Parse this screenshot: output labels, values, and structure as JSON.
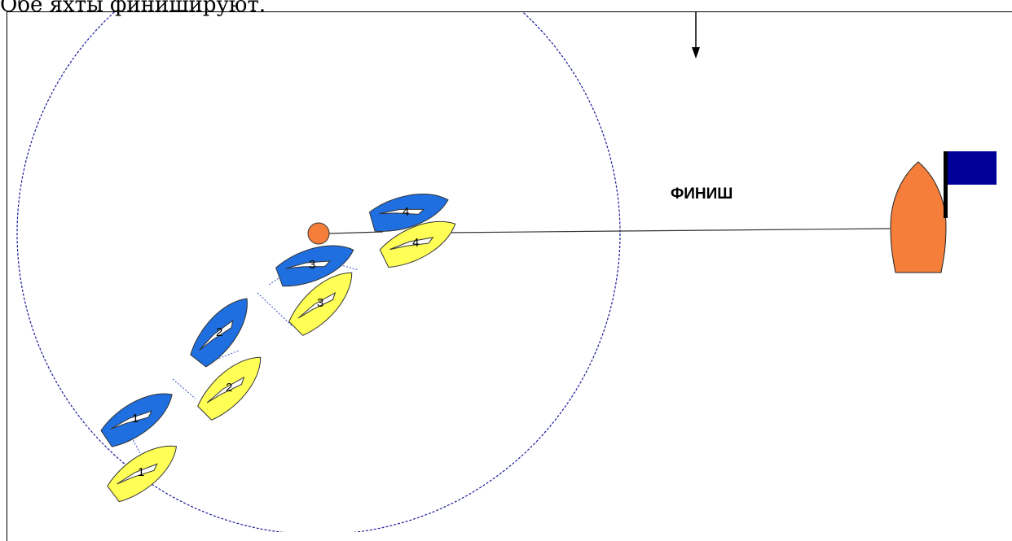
{
  "caption": "Обе яхты финишируют.",
  "finish_label": "ФИНИШ",
  "colors": {
    "blue_boat": "#1f6fe0",
    "yellow_boat": "#ffff55",
    "committee_boat": "#f47e3a",
    "flag": "#000099",
    "mark": "#f47e3a",
    "zone_circle": "#1a1a99"
  },
  "blue_boats": [
    {
      "label": "1"
    },
    {
      "label": "2"
    },
    {
      "label": "3"
    },
    {
      "label": "4"
    }
  ],
  "yellow_boats": [
    {
      "label": "1"
    },
    {
      "label": "2"
    },
    {
      "label": "3"
    },
    {
      "label": "4"
    }
  ]
}
